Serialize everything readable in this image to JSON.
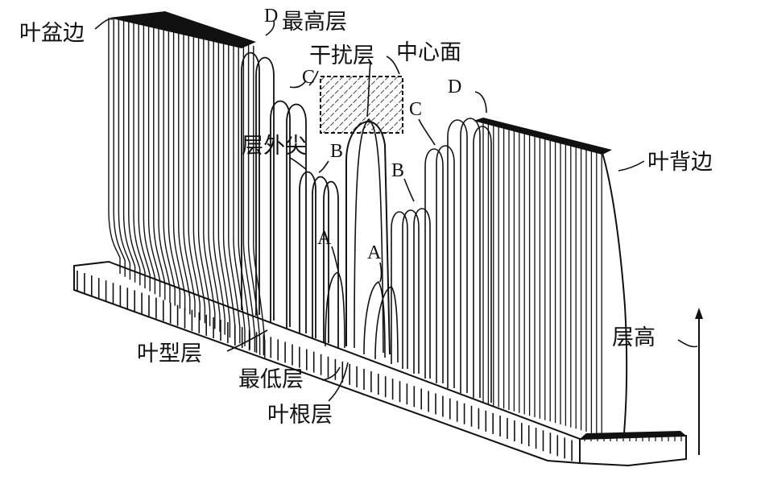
{
  "labels": {
    "ye_pen_bian": "叶盆边",
    "zui_gao_ceng": "最高层",
    "gan_rao_ceng": "干扰层",
    "zhong_xin_mian": "中心面",
    "ceng_wai_jian": "层外尖",
    "ye_bei_bian": "叶背边",
    "ceng_gao": "层高",
    "ye_xing_ceng": "叶型层",
    "zui_di_ceng": "最低层",
    "ye_gen_ceng": "叶根层"
  },
  "letters": {
    "d_left": "D",
    "d_right": "D",
    "c_left": "C",
    "c_right": "C",
    "b_left": "B",
    "b_right": "B",
    "a_left": "A",
    "a_right": "A"
  },
  "colors": {
    "ink": "#111111",
    "paper": "#ffffff"
  }
}
